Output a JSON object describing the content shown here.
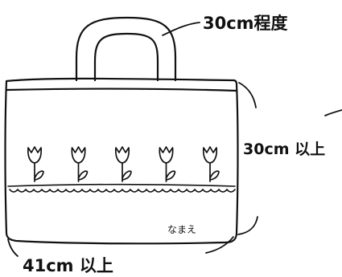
{
  "dimensions": {
    "handle_length": "30cm程度",
    "bag_height": "30cm 以上",
    "bag_width": "41cm 以上"
  },
  "name_label": "なまえ",
  "tulip_count": 5,
  "colors": {
    "stroke": "#111111",
    "background": "#ffffff"
  }
}
